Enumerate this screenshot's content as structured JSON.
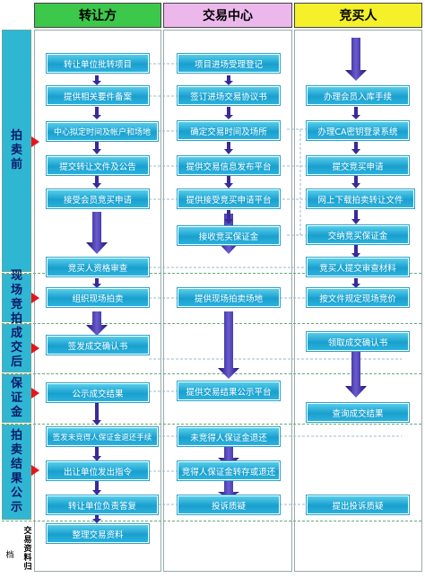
{
  "headers": {
    "left": "转让方",
    "middle": "交易中心",
    "right": "竞买人"
  },
  "colors": {
    "left_header": "#3cc84a",
    "middle_header": "#ecb8ec",
    "right_header": "#f4f02a",
    "side_band": "#2fb6d3",
    "box": "#1a9fce",
    "arrow": "#2b1a88",
    "marker": "#e4161c"
  },
  "phases": {
    "p1": "拍卖前",
    "p2": "现场竞拍",
    "p3": "成交后",
    "p4": "保证金",
    "p5": "拍卖结果公示",
    "p6": "档",
    "p6b": "交易资料归"
  },
  "left_boxes": {
    "b1": "转让单位批转项目",
    "b2": "提供相关要件备案",
    "b3": "中心拟定时间及帐户和场地",
    "b4": "提交转让文件及公告",
    "b5": "接受会员竞买申请",
    "b6": "竞买人资格审查",
    "b7": "组织现场拍卖",
    "b8": "签发成交确认书",
    "b9": "公示成交结果",
    "b10": "签发未竞得人保证金退还手续",
    "b11": "出让单位发出指令",
    "b12": "转让单位负责答复",
    "b13": "整理交易资料"
  },
  "middle_boxes": {
    "b1": "项目进场受理登记",
    "b2": "签订进场交易协议书",
    "b3": "确定交易时间及场所",
    "b4": "提供交易信息发布平台",
    "b5": "提供接受竞买申请平台",
    "b6": "接收竞买保证金",
    "b7": "提供现场拍卖场地",
    "b8": "提供交易结果公示平台",
    "b9": "未竞得人保证金退还",
    "b10": "竞得人保证金转存或退还",
    "b11": "投诉质疑"
  },
  "right_boxes": {
    "b1": "办理会员入库手续",
    "b2": "办理CA密钥登录系统",
    "b3": "提交竞买申请",
    "b4": "网上下载拍卖转让文件",
    "b5": "交纳竞买保证金",
    "b6": "竞买人提交审查材料",
    "b7": "按文件规定现场竞价",
    "b8": "领取成交确认书",
    "b9": "查询成交结果",
    "b10": "提出投诉质疑"
  }
}
